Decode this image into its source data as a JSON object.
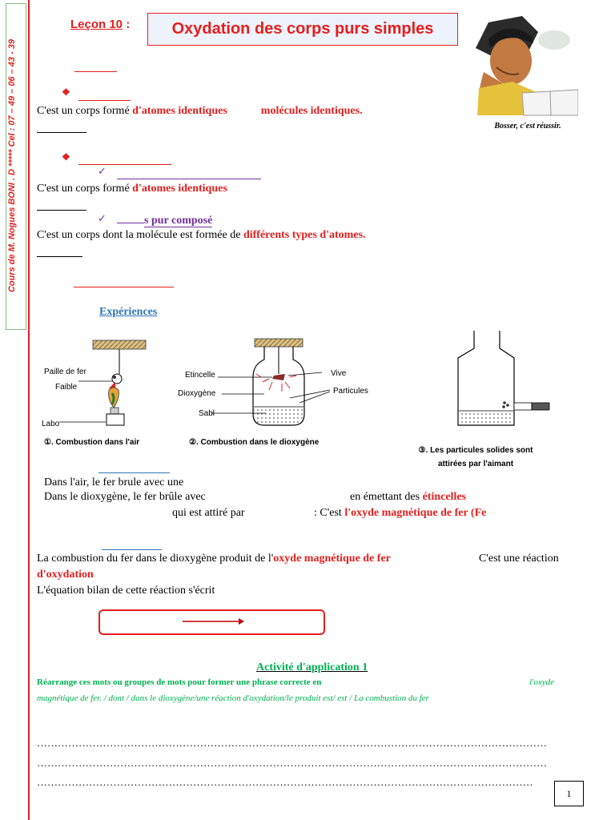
{
  "sidebar": {
    "text": "Cours de M. Nogues BONI . D *****  Cel : 07 – 49 – 06 – 43 - 39"
  },
  "header": {
    "lesson_label": "Leçon 10",
    "lesson_colon": " :",
    "title": "Oxydation des corps purs simples",
    "image_caption": "Bosser, c'est réussir."
  },
  "section1": {
    "line_prefix": "C'est un corps formé ",
    "line_red1": "d'atomes identiques",
    "line_red2": "molécules identiques."
  },
  "section2": {
    "line1_prefix": "C'est un corps formé ",
    "line1_red": "d'atomes identiques",
    "sub_label": "s pur composé",
    "line2_prefix": "C'est un corps dont la molécule est formée de ",
    "line2_red": "différents types d'atomes."
  },
  "experiments": {
    "heading": "Expériences",
    "labels": {
      "paille": "Paille de fer",
      "faible": "Faible",
      "labo": "Labo",
      "etincelle": "Etincelle",
      "dioxygene": "Dioxygène",
      "sabl": "Sabl",
      "vive": "Vive",
      "particules": "Particules"
    },
    "captions": {
      "c1": "①. Combustion dans l'air",
      "c2": "②. Combustion  dans le dioxygène",
      "c3_line1": "③. Les particules solides sont",
      "c3_line2": "attirées par l'aimant"
    }
  },
  "observations": {
    "line1": "Dans l'air, le fer  brule avec une",
    "line2_prefix": "Dans le dioxygène, le fer brûle avec",
    "line2_mid": "en émettant des ",
    "line2_red": "étincelles",
    "line3_prefix": "qui est attiré par",
    "line3_mid": ": C'est ",
    "line3_red": "l'oxyde magnétique de fer (Fe"
  },
  "conclusion": {
    "line1_prefix": "La combustion du fer dans le dioxygène produit de l'",
    "line1_red": "oxyde magnétique de fer",
    "line1_suffix": "C'est une réaction",
    "line2_red": "d'oxydation",
    "line3": "L'équation bilan de cette réaction s'écrit"
  },
  "activity": {
    "title": "Activité d'application 1",
    "instruction": "Réarrange ces mots ou groupes de mots pour former une phrase correcte en",
    "words_part1": "l'oxyde",
    "words_part2": "magnétique de fer. / dont / dans le dioxygène/une réaction d'oxydation/le produit est/ est / La combustion du fer",
    "dots1": "…………………………………………………………………………………………………………………………………",
    "dots2": "…………………………………………………………………………………………………………………………………",
    "dots3": "………………………………………………………………………………………………………………………………"
  },
  "footer": {
    "page_number": "1"
  },
  "colors": {
    "red": "#e41e1e",
    "blue": "#2e75b6",
    "purple": "#7030a0",
    "green": "#00b050"
  }
}
